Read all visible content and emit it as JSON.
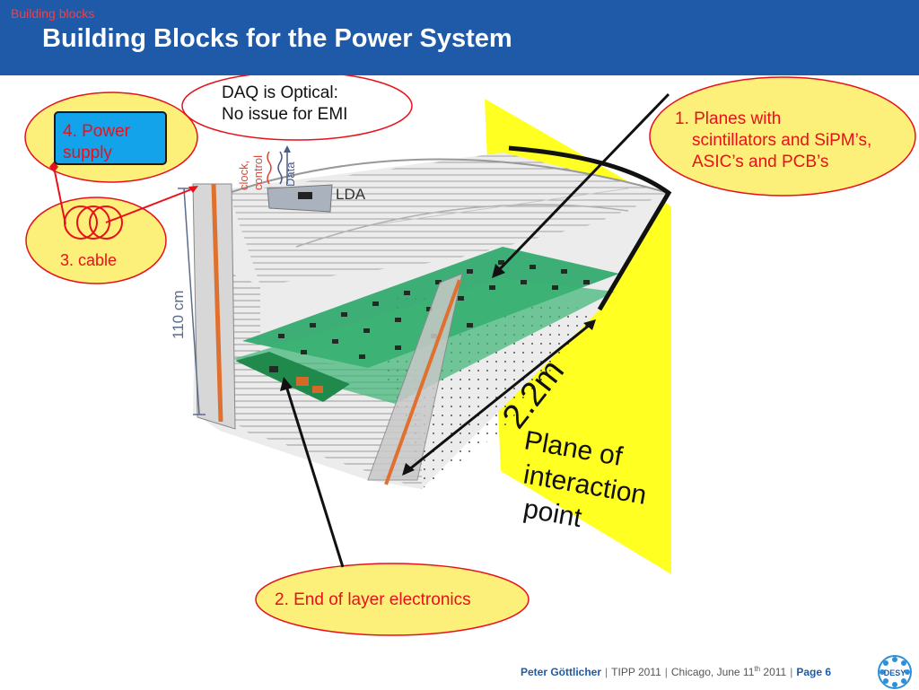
{
  "header": {
    "breadcrumb": "Building blocks",
    "title": "Building Blocks for the Power System"
  },
  "callouts": {
    "daq_line1": "DAQ is Optical:",
    "daq_line2": "No issue for EMI",
    "power_line1": "4. Power",
    "power_line2": "supply",
    "cable": "3. cable",
    "planes_line1": "1. Planes with",
    "planes_line2": "scintillators and SiPM’s,",
    "planes_line3": "ASIC’s and PCB’s",
    "end_of_layer": "2. End of layer electronics"
  },
  "detector": {
    "clock_label": "clock,",
    "control_label": "control",
    "data_label": "Data",
    "lda_label": "LDA",
    "height_label": "110 cm",
    "length_label": "2.2m",
    "plane_line1": "Plane of",
    "plane_line2": "interaction",
    "plane_line3": "point"
  },
  "footer": {
    "author": "Peter Göttlicher",
    "conference": "TIPP 2011",
    "location_date_prefix": "Chicago, June 11",
    "date_sup": "th",
    "year": "2011",
    "page": "Page 6"
  },
  "logo": {
    "text": "DESY"
  },
  "colors": {
    "header_blue": "#1e5aa8",
    "callout_yellow": "#fdf07a",
    "callout_red": "#e8101a",
    "plane_yellow": "#ffff22",
    "board_green": "#2ea86a",
    "power_blue": "#13a3ea"
  }
}
